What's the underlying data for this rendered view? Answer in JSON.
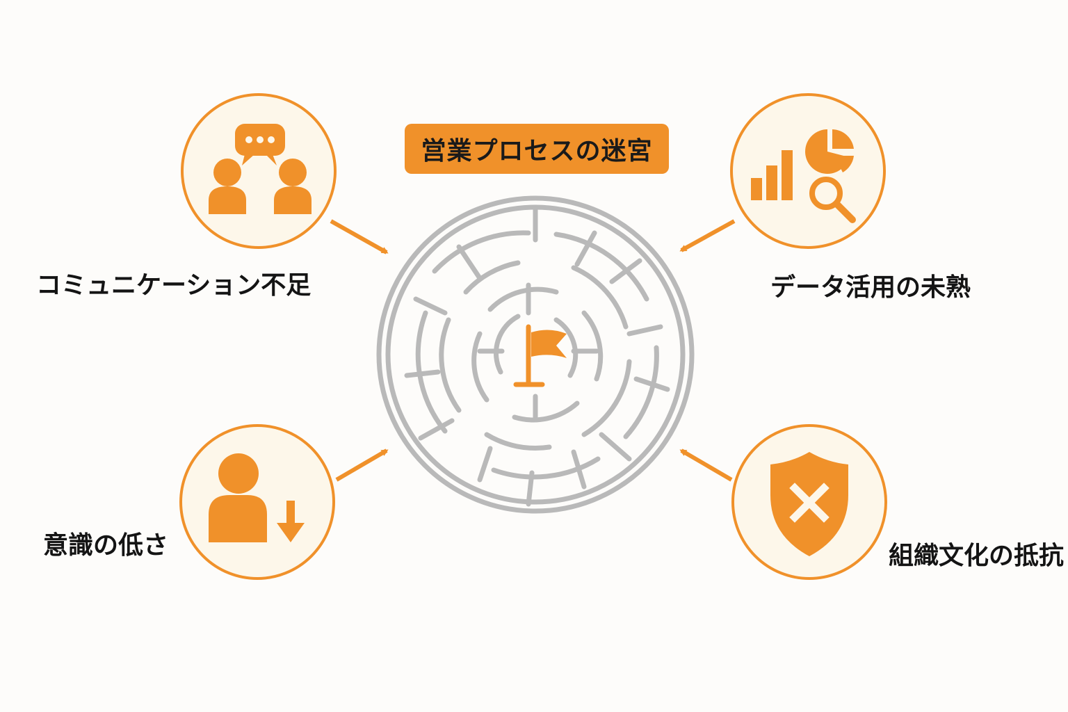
{
  "title": "営業プロセスの迷宮",
  "colors": {
    "accent": "#f0912a",
    "circle_fill": "#fdf7ea",
    "maze": "#b9b9b9",
    "text": "#141414"
  },
  "factors": [
    {
      "label": "コミュニケーション不足",
      "icon": "chat-people-icon"
    },
    {
      "label": "データ活用の未熟",
      "icon": "chart-magnifier-icon"
    },
    {
      "label": "意識の低さ",
      "icon": "person-down-arrow-icon"
    },
    {
      "label": "組織文化の抵抗",
      "icon": "shield-x-icon"
    }
  ],
  "center_icon": "flag-icon"
}
